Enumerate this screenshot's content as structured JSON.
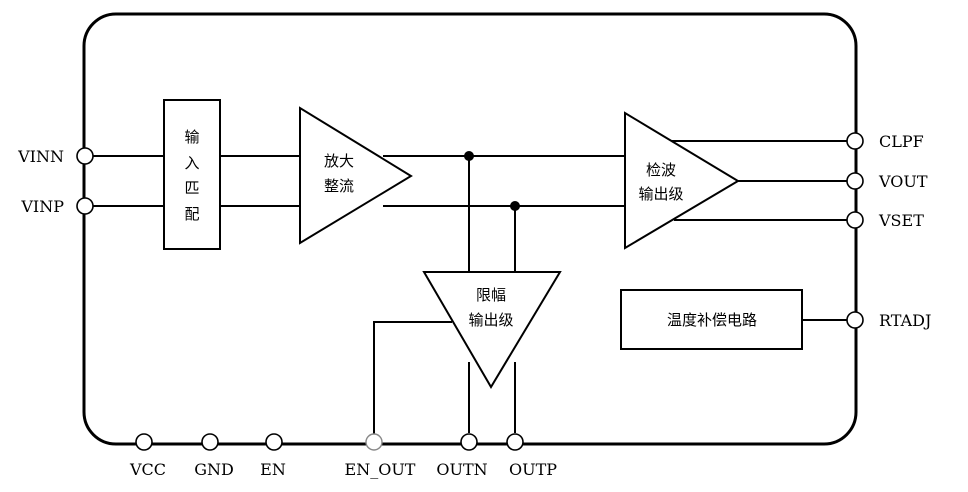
{
  "pins": {
    "left": [
      "VINN",
      "VINP"
    ],
    "right": [
      "CLPF",
      "VOUT",
      "VSET",
      "RTADJ"
    ],
    "bottom": [
      "VCC",
      "GND",
      "EN",
      "EN_OUT",
      "OUTN",
      "OUTP"
    ]
  },
  "blocks": {
    "input_match": [
      "输",
      "入",
      "匹",
      "配"
    ],
    "amp_rectify": [
      "放大",
      "整流"
    ],
    "detector_output": [
      "检波",
      "输出级"
    ],
    "limiter_output": [
      "限幅",
      "输出级"
    ],
    "temp_comp": "温度补偿电路"
  }
}
